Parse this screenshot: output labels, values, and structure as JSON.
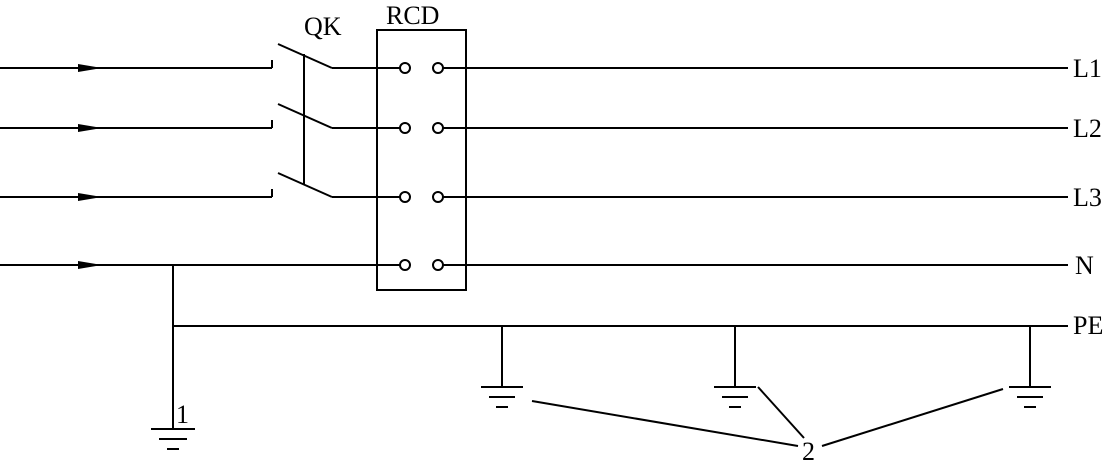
{
  "labels": {
    "switch": "QK",
    "rcd": "RCD",
    "line1": "L1",
    "line2": "L2",
    "line3": "L3",
    "neutral": "N",
    "protective_earth": "PE",
    "source_earth": "1",
    "repeated_earth": "2"
  }
}
